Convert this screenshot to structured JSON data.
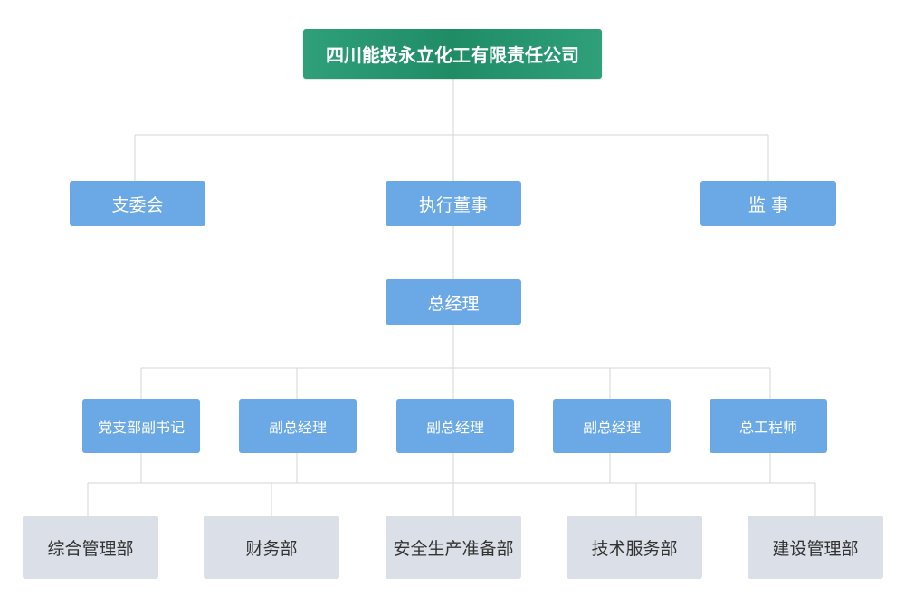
{
  "org_chart": {
    "root": {
      "label": "四川能投永立化工有限责任公司"
    },
    "level1": [
      {
        "label": "支委会"
      },
      {
        "label": "执行董事"
      },
      {
        "label": "监 事"
      }
    ],
    "level2": {
      "label": "总经理"
    },
    "level3": [
      {
        "label": "党支部副书记"
      },
      {
        "label": "副总经理"
      },
      {
        "label": "副总经理"
      },
      {
        "label": "副总经理"
      },
      {
        "label": "总工程师"
      }
    ],
    "departments": [
      {
        "label": "综合管理部"
      },
      {
        "label": "财务部"
      },
      {
        "label": "安全生产准备部"
      },
      {
        "label": "技术服务部"
      },
      {
        "label": "建设管理部"
      }
    ],
    "colors": {
      "root_green": "#1f8c66",
      "node_blue": "#6aa8e6",
      "department_grey": "#dbe0e8",
      "connector": "#d6d6d6"
    }
  }
}
